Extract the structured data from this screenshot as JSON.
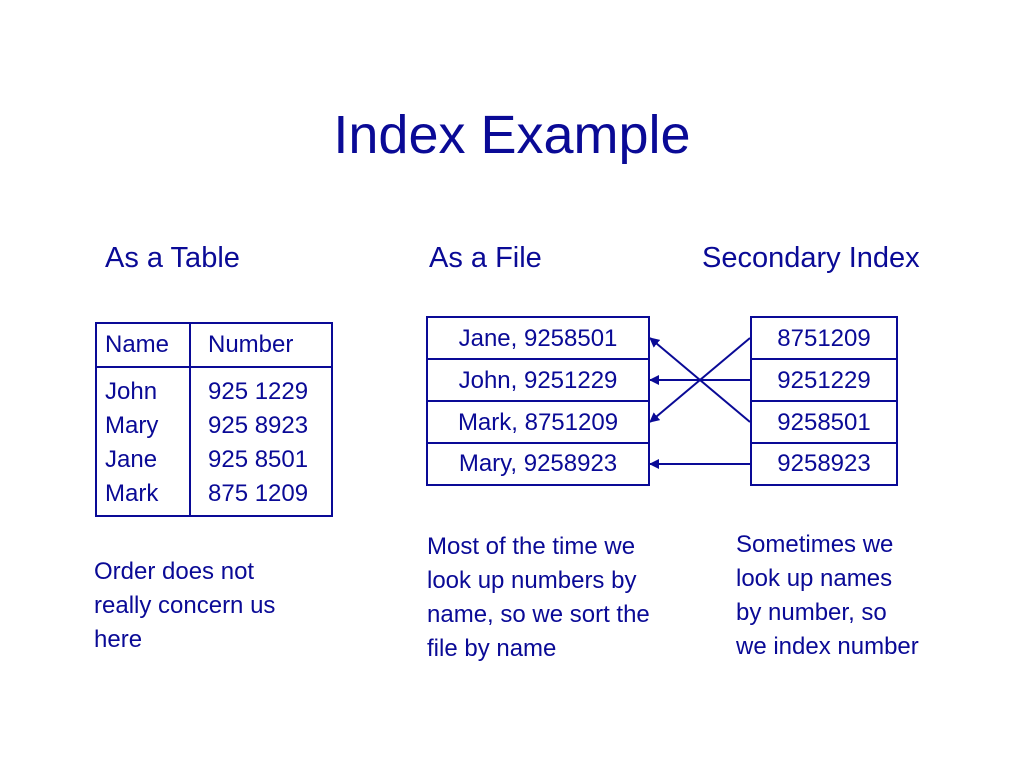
{
  "title": "Index Example",
  "headings": {
    "table": "As a Table",
    "file": "As a File",
    "index": "Secondary Index"
  },
  "table": {
    "headers": [
      "Name",
      "Number"
    ],
    "rows": [
      [
        "John",
        "925 1229"
      ],
      [
        "Mary",
        "925 8923"
      ],
      [
        "Jane",
        "925 8501"
      ],
      [
        "Mark",
        "875 1209"
      ]
    ]
  },
  "file": [
    "Jane, 9258501",
    "John, 9251229",
    "Mark, 8751209",
    "Mary, 9258923"
  ],
  "index": [
    "8751209",
    "9251229",
    "9258501",
    "9258923"
  ],
  "pointers": [
    {
      "from_index": 0,
      "to_file": 2
    },
    {
      "from_index": 1,
      "to_file": 1
    },
    {
      "from_index": 2,
      "to_file": 0
    },
    {
      "from_index": 3,
      "to_file": 3
    }
  ],
  "notes": {
    "table": [
      "Order does not",
      "really concern us",
      "here"
    ],
    "file": [
      "Most of the time we",
      "look up numbers by",
      "name, so we sort the",
      "file by name"
    ],
    "index": [
      "Sometimes we",
      "look up names",
      "by number, so",
      "we index number"
    ]
  },
  "colors": {
    "text": "#0a0a96",
    "background": "#ffffff"
  }
}
